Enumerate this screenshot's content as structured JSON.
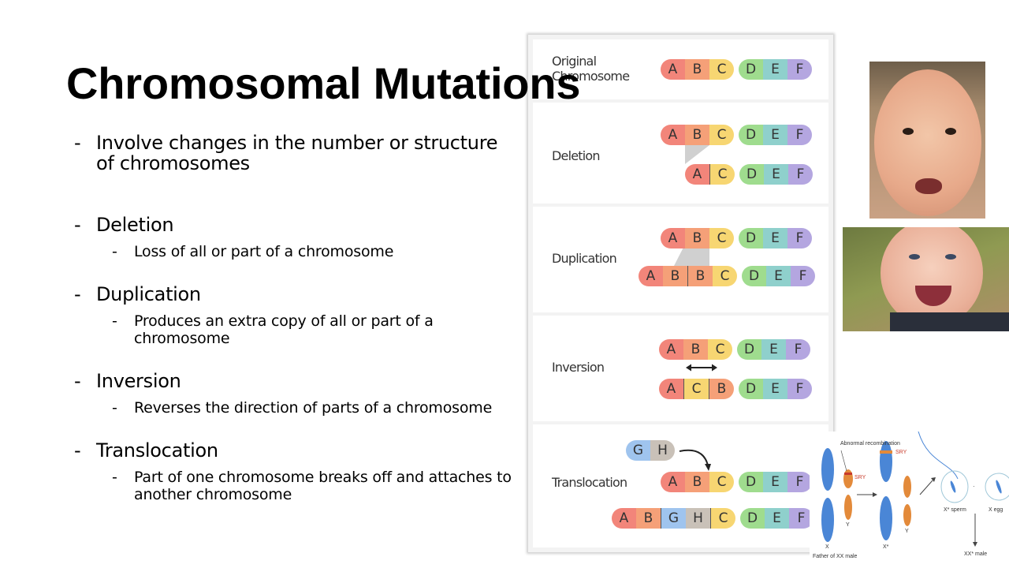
{
  "slide": {
    "title": "Chromosomal Mutations",
    "dash": "-",
    "bullets": [
      {
        "text": "Involve changes in the number or structure of chromosomes",
        "sub": []
      },
      {
        "text": "Deletion",
        "sub": [
          "Loss of all or part of a chromosome"
        ]
      },
      {
        "text": "Duplication",
        "sub": [
          "Produces an extra copy of all or part of a chromosome"
        ]
      },
      {
        "text": "Inversion",
        "sub": [
          "Reverses the direction of parts of a chromosome"
        ]
      },
      {
        "text": "Translocation",
        "sub": [
          "Part of one chromosome breaks off and attaches to another chromosome"
        ]
      }
    ]
  },
  "diagram": {
    "labels": {
      "original": "Original Chromosome",
      "deletion": "Deletion",
      "duplication": "Duplication",
      "inversion": "Inversion",
      "translocation": "Translocation"
    },
    "genes": {
      "A": "A",
      "B": "B",
      "C": "C",
      "D": "D",
      "E": "E",
      "F": "F",
      "G": "G",
      "H": "H"
    },
    "colors": {
      "A": "#f2857a",
      "B": "#f5a078",
      "C": "#f7d672",
      "D": "#9fdc8e",
      "E": "#8fd0cc",
      "F": "#b4a6e0",
      "G": "#9fc4ee",
      "H": "#c9c1b8"
    }
  },
  "figure": {
    "labels": {
      "abnormal": "Abnormal recombination",
      "sry1": "SRY",
      "sry2": "SRY",
      "x": "X",
      "y1": "Y",
      "xstar": "X*",
      "y2": "Y",
      "sperm": "X* sperm",
      "egg": "X egg",
      "father": "Father of XX male",
      "male": "XX* male"
    }
  }
}
